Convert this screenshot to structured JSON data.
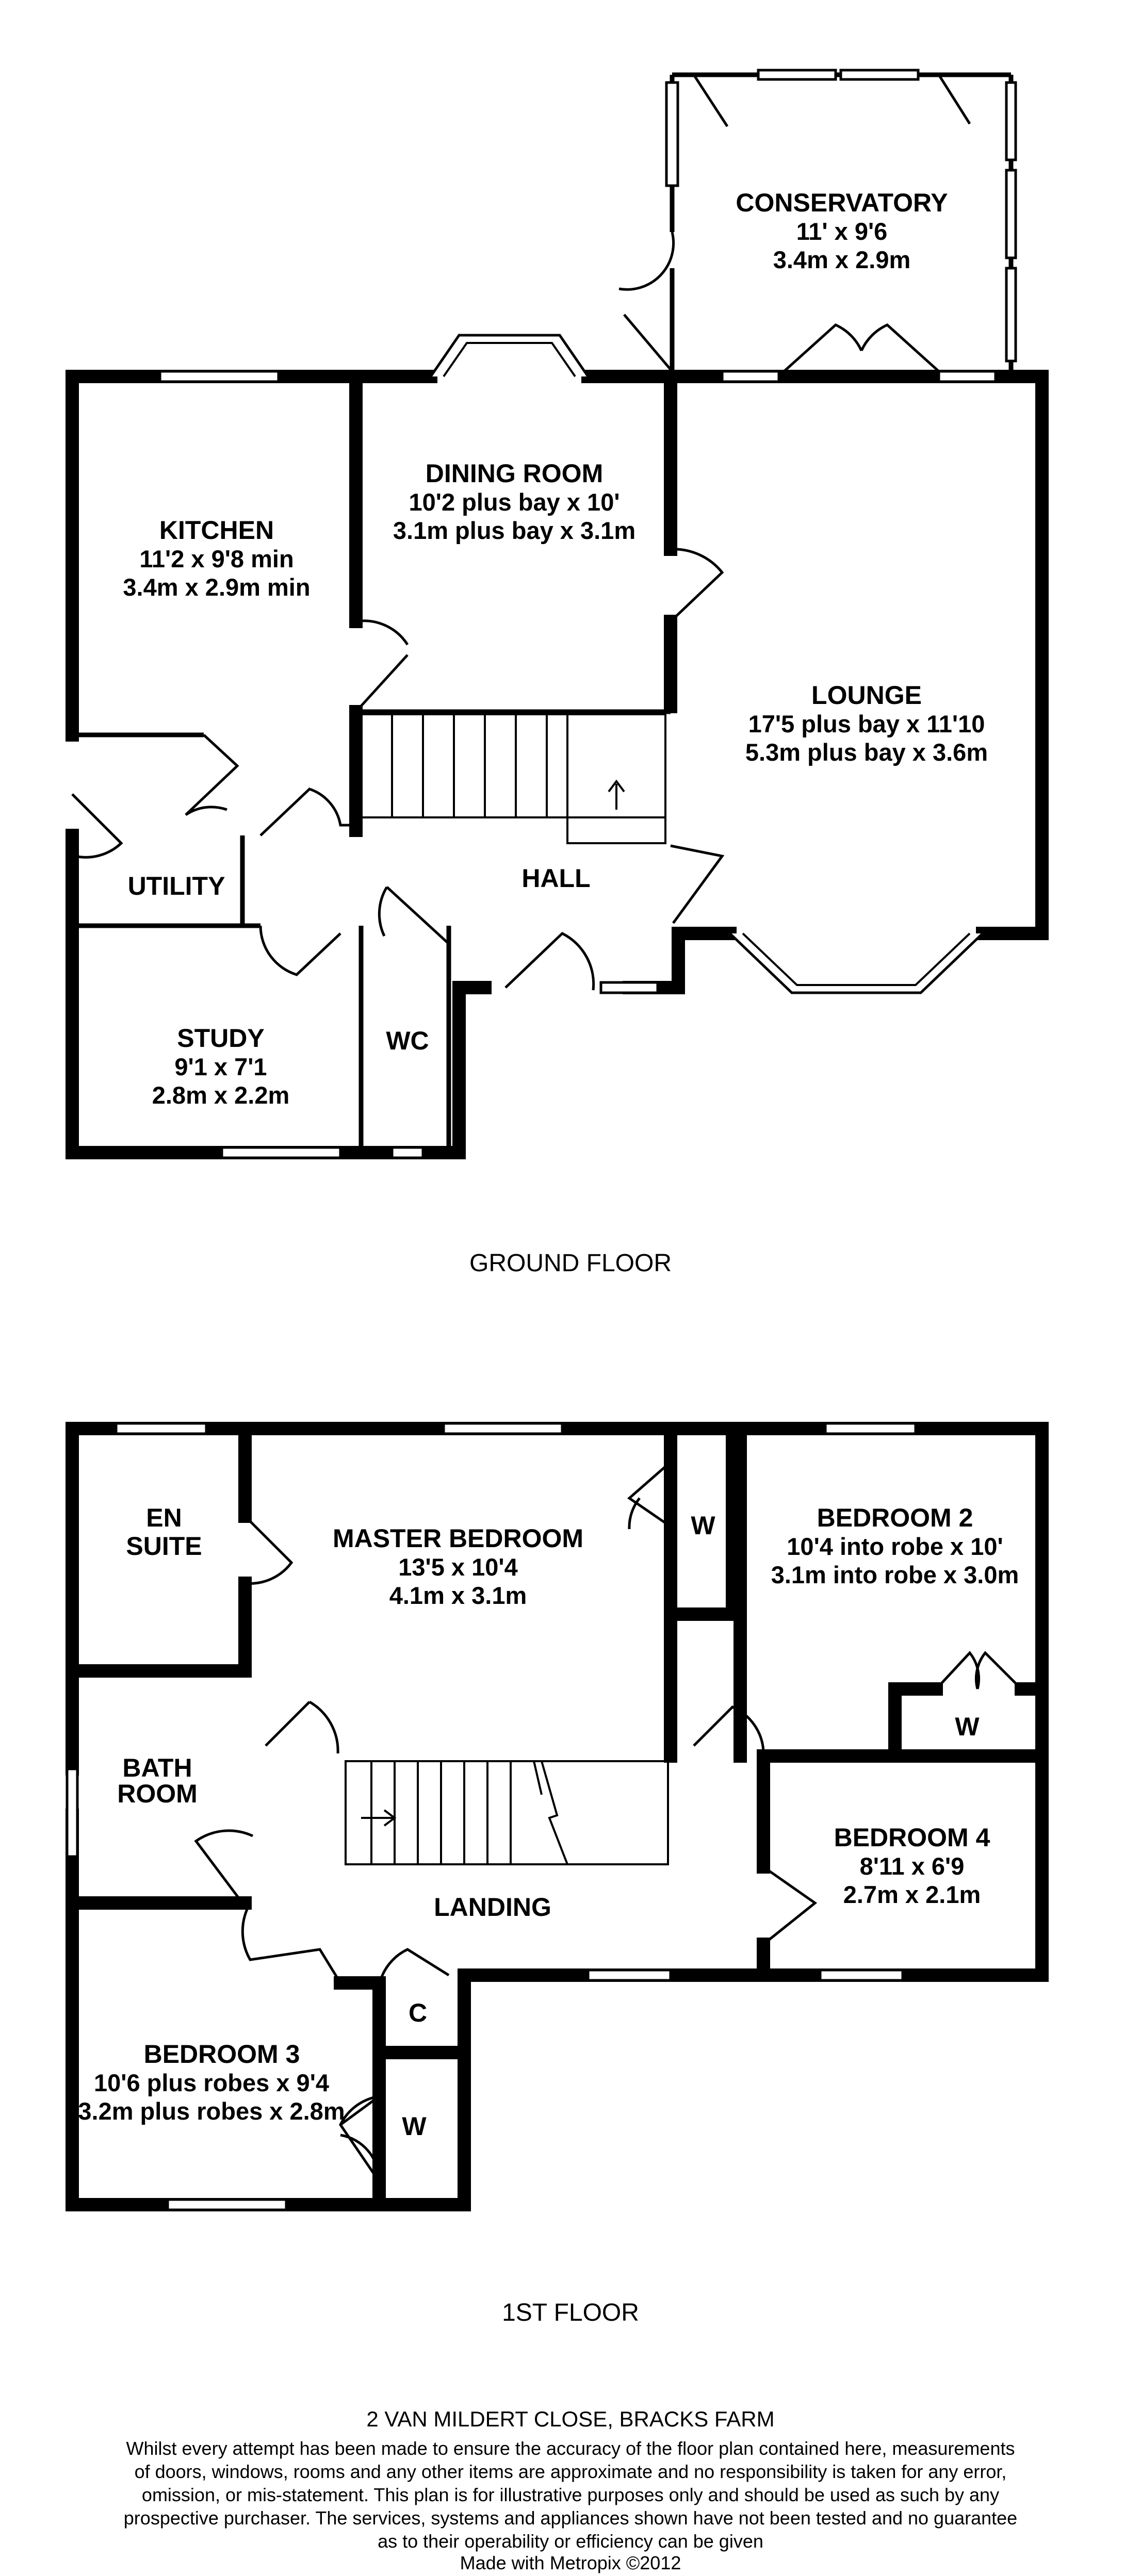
{
  "ground_floor": {
    "title": "GROUND FLOOR",
    "rooms": {
      "conservatory": {
        "name": "CONSERVATORY",
        "dim_imperial": "11' x 9'6",
        "dim_metric": "3.4m x 2.9m"
      },
      "dining_room": {
        "name": "DINING ROOM",
        "dim_imperial": "10'2 plus bay x 10'",
        "dim_metric": "3.1m plus bay x 3.1m"
      },
      "kitchen": {
        "name": "KITCHEN",
        "dim_imperial": "11'2 x 9'8 min",
        "dim_metric": "3.4m x 2.9m min"
      },
      "lounge": {
        "name": "LOUNGE",
        "dim_imperial": "17'5 plus bay x 11'10",
        "dim_metric": "5.3m plus bay x 3.6m"
      },
      "hall": {
        "name": "HALL"
      },
      "utility": {
        "name": "UTILITY"
      },
      "study": {
        "name": "STUDY",
        "dim_imperial": "9'1 x 7'1",
        "dim_metric": "2.8m x 2.2m"
      },
      "wc": {
        "name": "WC"
      }
    }
  },
  "first_floor": {
    "title": "1ST FLOOR",
    "rooms": {
      "en_suite": {
        "line1": "EN",
        "line2": "SUITE"
      },
      "master_bedroom": {
        "name": "MASTER BEDROOM",
        "dim_imperial": "13'5 x 10'4",
        "dim_metric": "4.1m x 3.1m"
      },
      "master_wardrobe": {
        "name": "W"
      },
      "bedroom2": {
        "name": "BEDROOM 2",
        "dim_imperial": "10'4 into robe x 10'",
        "dim_metric": "3.1m into robe x 3.0m"
      },
      "bedroom2_wardrobe": {
        "name": "W"
      },
      "bathroom": {
        "line1": "BATH",
        "line2": "ROOM"
      },
      "bedroom4": {
        "name": "BEDROOM 4",
        "dim_imperial": "8'11 x 6'9",
        "dim_metric": "2.7m x 2.1m"
      },
      "landing": {
        "name": "LANDING"
      },
      "cupboard": {
        "name": "C"
      },
      "bedroom3": {
        "name": "BEDROOM 3",
        "dim_imperial": "10'6 plus robes x 9'4",
        "dim_metric": "3.2m plus robes x 2.8m"
      },
      "bedroom3_wardrobe": {
        "name": "W"
      }
    }
  },
  "footer": {
    "address": "2 VAN MILDERT CLOSE, BRACKS FARM",
    "disclaimer_lines": [
      "Whilst every attempt has been made to ensure the accuracy of the floor plan contained here, measurements",
      "of doors, windows, rooms and any other items are approximate and no responsibility is taken for any error,",
      "omission, or mis-statement. This plan is for illustrative purposes only and should be used as such by any",
      "prospective purchaser. The services, systems and appliances shown have not been tested and no guarantee",
      "as to their operability or efficiency can be given"
    ],
    "credit": "Made with Metropix ©2012"
  }
}
